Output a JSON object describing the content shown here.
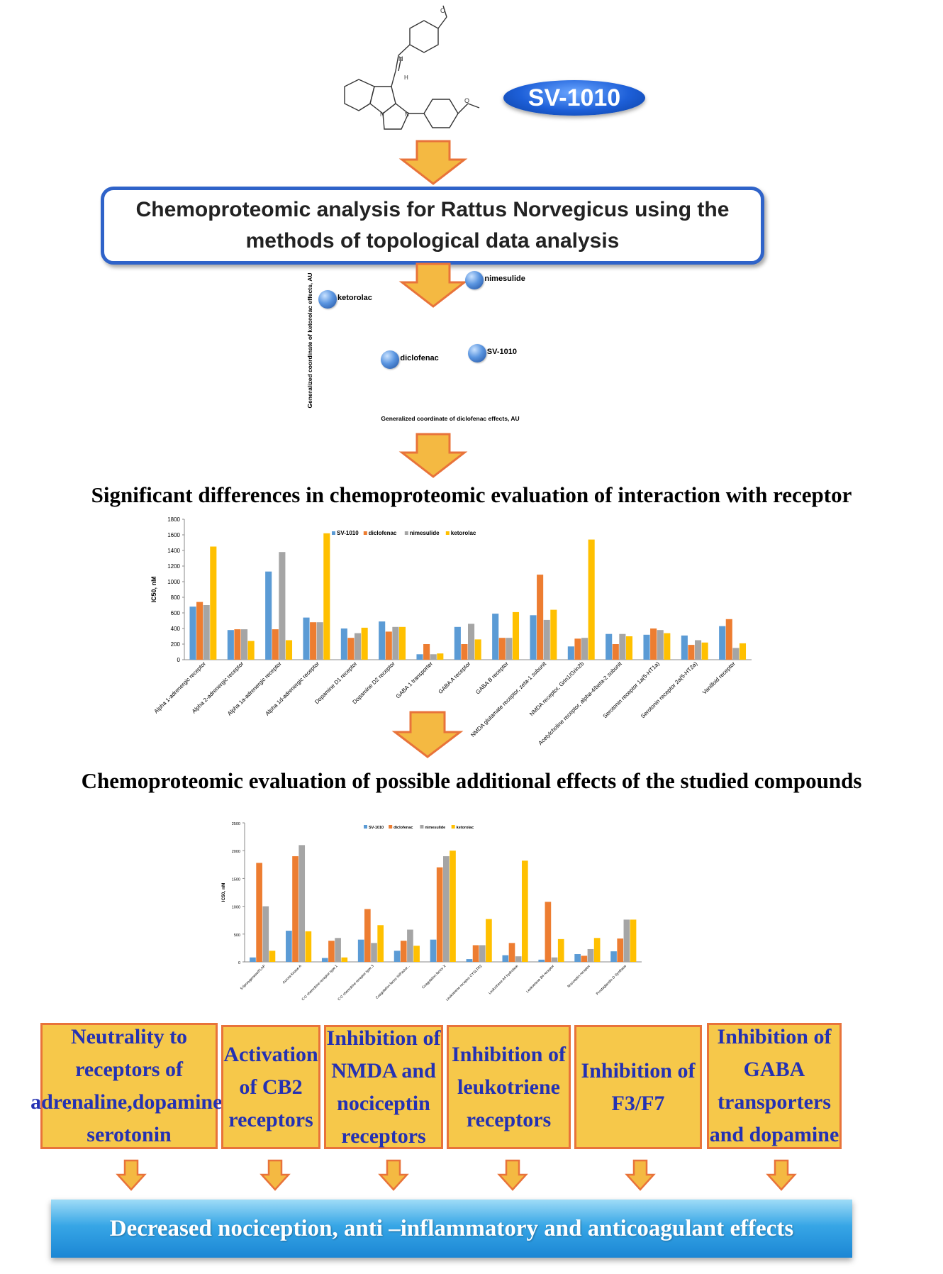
{
  "compound_badge": "SV-1010",
  "method_box": {
    "line1": "Chemoproteomic analysis for Rattus Norvegicus using the",
    "line2": "methods of topological data analysis"
  },
  "scatter": {
    "xlabel": "Generalized coordinate of diclofenac effects, AU",
    "ylabel": "Generalized coordinate of ketorolac effects, AU",
    "points": [
      {
        "label": "nimesulide",
        "x": 0.66,
        "y": 0.92
      },
      {
        "label": "ketorolac",
        "x": 0.05,
        "y": 0.78
      },
      {
        "label": "SV-1010",
        "x": 0.67,
        "y": 0.38
      },
      {
        "label": "diclofenac",
        "x": 0.31,
        "y": 0.33
      }
    ]
  },
  "section1_title": "Significant differences in chemoproteomic evaluation of interaction with receptor",
  "section2_title": "Chemoproteomic evaluation of possible additional effects of the studied compounds",
  "chart_data": [
    {
      "type": "bar",
      "ylabel": "IC50, nM",
      "ylim": [
        0,
        1800
      ],
      "yticks": [
        0,
        200,
        400,
        600,
        800,
        1000,
        1200,
        1400,
        1600,
        1800
      ],
      "legend_position": "top",
      "categories": [
        "Alpha 1-adrenergic receptor",
        "Alpha 2-adrenergic receptor",
        "Alpha 1a-adrenergic receptor",
        "Alpha 1d-adrenergic receptor",
        "Dopamine D1 receptor",
        "Dopamine D2 receptor",
        "GABA 1 transporter",
        "GABA A receptor",
        "GABA B receptor",
        "NMDA glutamate receptor, zeta-1 subunit",
        "NMDA receptor, Grin1/Grin2b",
        "Acetylcholine receptor, alpha-4/beta-2 subunit",
        "Serotonin receptor 1a(5-HT1a)",
        "Serotonin receptor 2a(5-HT2a)",
        "Vanilloid receptor"
      ],
      "series": [
        {
          "name": "SV-1010",
          "color": "#5b9bd5",
          "values": [
            680,
            380,
            1130,
            540,
            400,
            490,
            70,
            420,
            590,
            570,
            170,
            330,
            320,
            310,
            430
          ]
        },
        {
          "name": "diclofenac",
          "color": "#ed7d31",
          "values": [
            740,
            390,
            390,
            480,
            280,
            360,
            200,
            200,
            280,
            1090,
            270,
            200,
            400,
            190,
            520
          ]
        },
        {
          "name": "nimesulide",
          "color": "#a5a5a5",
          "values": [
            700,
            390,
            1380,
            480,
            340,
            420,
            70,
            460,
            280,
            510,
            280,
            330,
            380,
            250,
            150
          ]
        },
        {
          "name": "ketorolac",
          "color": "#ffc000",
          "values": [
            1450,
            240,
            250,
            1620,
            410,
            420,
            80,
            260,
            610,
            640,
            1540,
            300,
            340,
            220,
            210
          ]
        }
      ]
    },
    {
      "type": "bar",
      "ylabel": "IC50, nM",
      "ylim": [
        0,
        2500
      ],
      "yticks": [
        0,
        500,
        1000,
        1500,
        2000,
        2500
      ],
      "legend_position": "top",
      "categories": [
        "5-lipoxygenase/FLAP",
        "Aurora kinase A",
        "C-C chemokine receptor type 1",
        "C-C chemokine receptor type 3",
        "Coagulation factor III/Factor...",
        "Coagulation factor X",
        "Leukotriene receptor CYSLTR2",
        "Leukotriene A4 hydrolase",
        "Leukotriene B4 receptor",
        "Nociceptin receptor",
        "Prostaglandin D Synthase"
      ],
      "series": [
        {
          "name": "SV-1010",
          "color": "#5b9bd5",
          "values": [
            80,
            560,
            70,
            400,
            200,
            400,
            50,
            120,
            40,
            140,
            190
          ]
        },
        {
          "name": "diclofenac",
          "color": "#ed7d31",
          "values": [
            1780,
            1900,
            380,
            950,
            380,
            1700,
            300,
            340,
            1080,
            110,
            420
          ]
        },
        {
          "name": "nimesulide",
          "color": "#a5a5a5",
          "values": [
            1000,
            2100,
            430,
            340,
            580,
            1900,
            300,
            100,
            80,
            230,
            760
          ]
        },
        {
          "name": "ketorolac",
          "color": "#ffc000",
          "values": [
            200,
            550,
            80,
            660,
            290,
            2000,
            770,
            1820,
            410,
            430,
            760
          ]
        }
      ]
    }
  ],
  "effects": [
    {
      "label": "Neutrality to receptors of adrenaline,dopamine, serotonin"
    },
    {
      "label": "Activation of CB2 receptors"
    },
    {
      "label": "Inhibition of NMDA and nociceptin receptors"
    },
    {
      "label": "Inhibition of leukotriene receptors"
    },
    {
      "label": "Inhibition of F3/F7"
    },
    {
      "label": "Inhibition of GABA transporters and dopamine"
    }
  ],
  "conclusion": "Decreased nociception, anti –inflammatory and anticoagulant effects",
  "colors": {
    "arrow_fill": "#f4b942",
    "arrow_stroke": "#e8733a",
    "box_text": "#2431b3",
    "accent_blue": "#2f63c9"
  }
}
